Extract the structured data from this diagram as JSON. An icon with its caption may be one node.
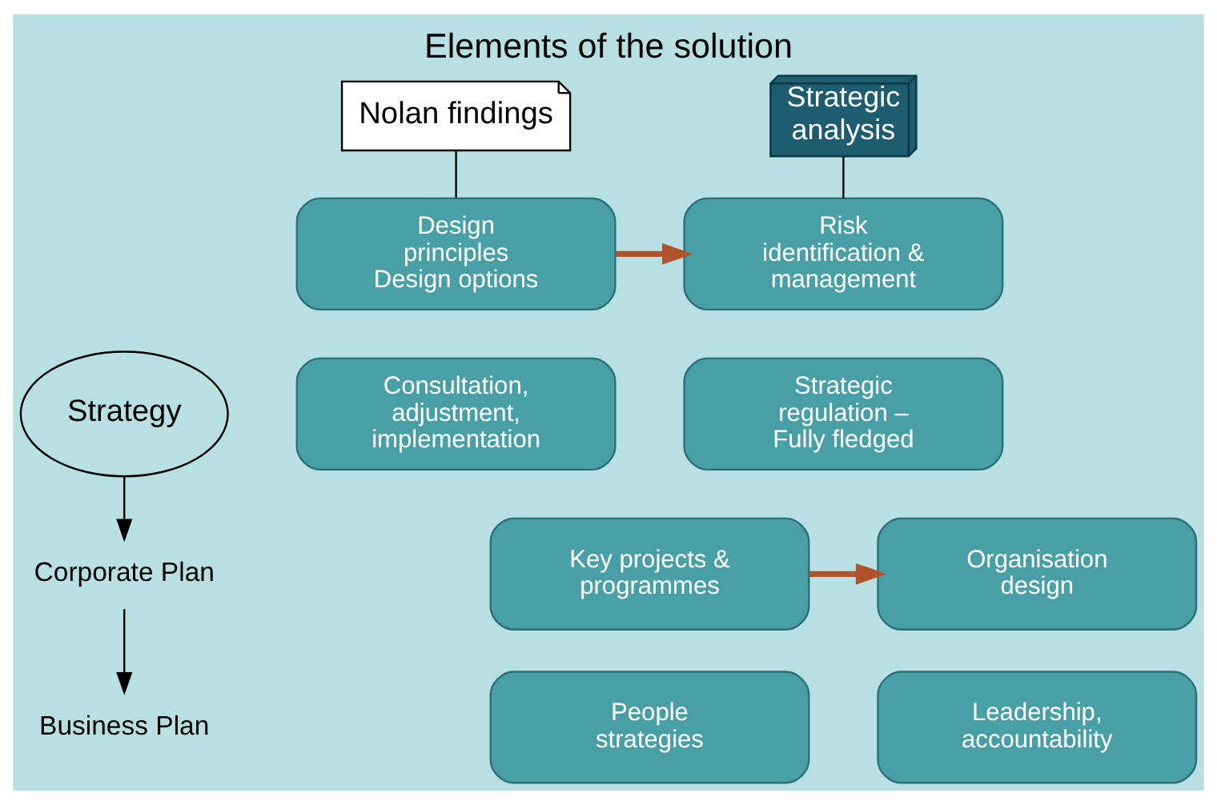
{
  "diagram": {
    "title": "Elements of the solution",
    "nodes": [
      {
        "text": [
          "Nolan findings"
        ]
      },
      {
        "text": [
          "Strategic analysis"
        ]
      },
      {
        "text": [
          "Design principles Design options"
        ]
      },
      {
        "text": [
          "Consultation, adjustment, implementation"
        ]
      },
      {
        "text": [
          "Organisation design"
        ]
      },
      {
        "text": [
          "Leadership, accountability"
        ]
      },
      {
        "text": [
          "Risk identification & management"
        ]
      },
      {
        "text": [
          "Strategic regulation – Fully fledged"
        ]
      },
      {
        "text": [
          "Key projects & programmes"
        ]
      },
      {
        "text": [
          "People strategies"
        ]
      },
      {
        "text": [
          "Strategy"
        ]
      },
      {
        "text": [
          "Corporate Plan"
        ]
      },
      {
        "text": [
          "Business Plan"
        ]
      }
    ],
    "edges": [
      {
        "from": 0,
        "to": 2,
        "arrow": "none"
      },
      {
        "from": 1,
        "to": 6,
        "arrow": "none"
      },
      {
        "from": 2,
        "to": 6,
        "arrow": "to",
        "style": "thick",
        "color": "#b0532c"
      },
      {
        "from": 8,
        "to": 4,
        "arrow": "to",
        "style": "thick",
        "color": "#b0532c"
      },
      {
        "from": 10,
        "to": 11,
        "arrow": "to"
      },
      {
        "from": 11,
        "to": 12,
        "arrow": "to"
      }
    ]
  }
}
